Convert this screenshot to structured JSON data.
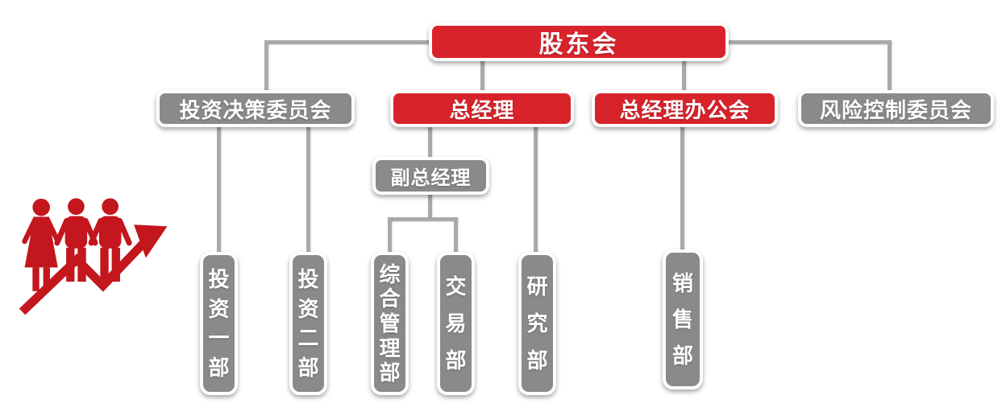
{
  "diagram": {
    "type": "org-chart",
    "root": {
      "label": "股东会",
      "style": "red"
    },
    "level2": [
      {
        "label": "投资决策委员会",
        "style": "gray"
      },
      {
        "label": "总经理",
        "style": "red"
      },
      {
        "label": "总经理办公会",
        "style": "red"
      },
      {
        "label": "风险控制委员会",
        "style": "gray"
      }
    ],
    "level3": {
      "label": "副总经理",
      "style": "gray"
    },
    "departments": [
      {
        "label": "投资一部"
      },
      {
        "label": "投资二部"
      },
      {
        "label": "综合管理部"
      },
      {
        "label": "交易部"
      },
      {
        "label": "研究部"
      },
      {
        "label": "销售部"
      }
    ],
    "icon": {
      "name": "people-growth-arrow-icon"
    },
    "colors": {
      "red": "#D9232B",
      "gray": "#8A8A8A",
      "line": "#A9A9A9",
      "icon_red": "#C3161D",
      "text": "#FFFFFF",
      "background": "#FFFFFF"
    }
  }
}
